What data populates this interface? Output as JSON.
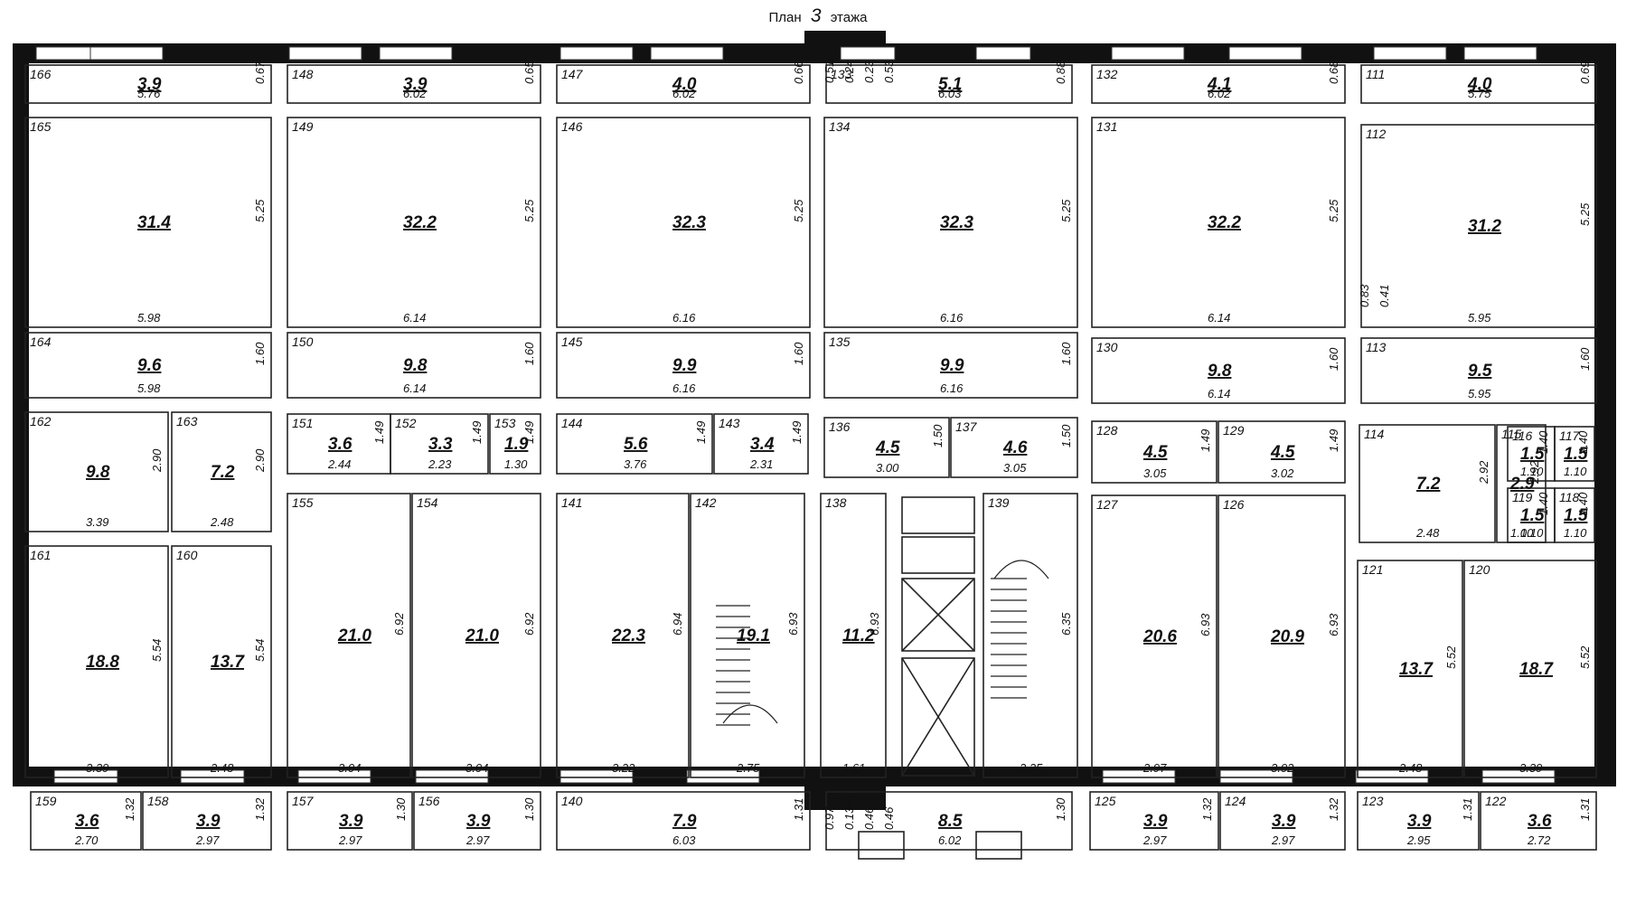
{
  "title": {
    "prefix": "План",
    "floor": "3",
    "suffix": "этажа"
  },
  "rooms": [
    {
      "id": "166",
      "area": "3.9",
      "dims": [
        "5.76",
        "0.67"
      ]
    },
    {
      "id": "148",
      "area": "3.9",
      "dims": [
        "6.02",
        "0.65"
      ]
    },
    {
      "id": "147",
      "area": "4.0",
      "dims": [
        "6.02",
        "0.66"
      ]
    },
    {
      "id": "133",
      "area": "5.1",
      "dims": [
        "6.03",
        "0.88",
        "0.51",
        "0.24",
        "0.23",
        "0.53"
      ]
    },
    {
      "id": "132",
      "area": "4.1",
      "dims": [
        "6.02",
        "0.68"
      ]
    },
    {
      "id": "111",
      "area": "4.0",
      "dims": [
        "5.75",
        "0.69"
      ]
    },
    {
      "id": "165",
      "area": "31.4",
      "dims": [
        "5.98",
        "5.25"
      ]
    },
    {
      "id": "149",
      "area": "32.2",
      "dims": [
        "6.14",
        "5.25"
      ]
    },
    {
      "id": "146",
      "area": "32.3",
      "dims": [
        "6.16",
        "5.25"
      ]
    },
    {
      "id": "134",
      "area": "32.3",
      "dims": [
        "6.16",
        "5.25"
      ]
    },
    {
      "id": "131",
      "area": "32.2",
      "dims": [
        "6.14",
        "5.25"
      ]
    },
    {
      "id": "112",
      "area": "31.2",
      "dims": [
        "5.95",
        "5.25",
        "0.83",
        "0.41"
      ]
    },
    {
      "id": "164",
      "area": "9.6",
      "dims": [
        "5.98",
        "1.60"
      ]
    },
    {
      "id": "150",
      "area": "9.8",
      "dims": [
        "6.14",
        "1.60"
      ]
    },
    {
      "id": "145",
      "area": "9.9",
      "dims": [
        "6.16",
        "1.60"
      ]
    },
    {
      "id": "135",
      "area": "9.9",
      "dims": [
        "6.16",
        "1.60"
      ]
    },
    {
      "id": "130",
      "area": "9.8",
      "dims": [
        "6.14",
        "1.60"
      ]
    },
    {
      "id": "113",
      "area": "9.5",
      "dims": [
        "5.95",
        "1.60"
      ]
    },
    {
      "id": "162",
      "area": "9.8",
      "dims": [
        "3.39",
        "2.90"
      ]
    },
    {
      "id": "163",
      "area": "7.2",
      "dims": [
        "2.48",
        "2.90"
      ]
    },
    {
      "id": "151",
      "area": "3.6",
      "dims": [
        "2.44",
        "1.49"
      ]
    },
    {
      "id": "152",
      "area": "3.3",
      "dims": [
        "2.23",
        "1.49"
      ]
    },
    {
      "id": "153",
      "area": "1.9",
      "dims": [
        "1.30",
        "1.49"
      ]
    },
    {
      "id": "144",
      "area": "5.6",
      "dims": [
        "3.76",
        "1.49"
      ]
    },
    {
      "id": "143",
      "area": "3.4",
      "dims": [
        "2.31",
        "1.49"
      ]
    },
    {
      "id": "136",
      "area": "4.5",
      "dims": [
        "3.00",
        "1.50"
      ]
    },
    {
      "id": "137",
      "area": "4.6",
      "dims": [
        "3.05",
        "1.50"
      ]
    },
    {
      "id": "128",
      "area": "4.5",
      "dims": [
        "3.05",
        "1.49"
      ]
    },
    {
      "id": "129",
      "area": "4.5",
      "dims": [
        "3.02",
        "1.49"
      ]
    },
    {
      "id": "114",
      "area": "7.2",
      "dims": [
        "2.48",
        "2.92"
      ]
    },
    {
      "id": "115",
      "area": "2.9",
      "dims": [
        "1.00",
        "2.92"
      ]
    },
    {
      "id": "116",
      "area": "1.5",
      "dims": [
        "1.10",
        "1.40"
      ]
    },
    {
      "id": "117",
      "area": "1.5",
      "dims": [
        "1.10",
        "1.40"
      ]
    },
    {
      "id": "119",
      "area": "1.5",
      "dims": [
        "1.10",
        "1.40"
      ]
    },
    {
      "id": "118",
      "area": "1.5",
      "dims": [
        "1.10",
        "1.40"
      ]
    },
    {
      "id": "161",
      "area": "18.8",
      "dims": [
        "3.39",
        "5.54"
      ]
    },
    {
      "id": "160",
      "area": "13.7",
      "dims": [
        "2.48",
        "5.54"
      ]
    },
    {
      "id": "155",
      "area": "21.0",
      "dims": [
        "3.04",
        "6.92"
      ]
    },
    {
      "id": "154",
      "area": "21.0",
      "dims": [
        "3.04",
        "6.92"
      ]
    },
    {
      "id": "141",
      "area": "22.3",
      "dims": [
        "3.22",
        "6.94"
      ]
    },
    {
      "id": "142",
      "area": "19.1",
      "dims": [
        "2.75",
        "6.93"
      ]
    },
    {
      "id": "138",
      "area": "11.2",
      "dims": [
        "1.61",
        "6.93"
      ]
    },
    {
      "id": "139-stair",
      "area": "",
      "dims": [
        "2.25",
        "6.35"
      ]
    },
    {
      "id": "127",
      "area": "20.6",
      "dims": [
        "2.97",
        "6.93"
      ]
    },
    {
      "id": "126",
      "area": "20.9",
      "dims": [
        "3.02",
        "6.93"
      ]
    },
    {
      "id": "121",
      "area": "13.7",
      "dims": [
        "2.48",
        "5.52"
      ]
    },
    {
      "id": "120",
      "area": "18.7",
      "dims": [
        "3.39",
        "5.52"
      ]
    },
    {
      "id": "159",
      "area": "3.6",
      "dims": [
        "2.70",
        "1.32"
      ]
    },
    {
      "id": "158",
      "area": "3.9",
      "dims": [
        "2.97",
        "1.32"
      ]
    },
    {
      "id": "157",
      "area": "3.9",
      "dims": [
        "2.97",
        "1.30"
      ]
    },
    {
      "id": "156",
      "area": "3.9",
      "dims": [
        "2.97",
        "1.30"
      ]
    },
    {
      "id": "140",
      "area": "7.9",
      "dims": [
        "6.03",
        "1.31"
      ]
    },
    {
      "id": "139",
      "area": "8.5",
      "dims": [
        "6.02",
        "1.30",
        "0.97",
        "0.13",
        "0.46",
        "0.46"
      ]
    },
    {
      "id": "125",
      "area": "3.9",
      "dims": [
        "2.97",
        "1.32"
      ]
    },
    {
      "id": "124",
      "area": "3.9",
      "dims": [
        "2.97",
        "1.32"
      ]
    },
    {
      "id": "123",
      "area": "3.9",
      "dims": [
        "2.95",
        "1.31"
      ]
    },
    {
      "id": "122",
      "area": "3.6",
      "dims": [
        "2.72",
        "1.31"
      ]
    }
  ]
}
